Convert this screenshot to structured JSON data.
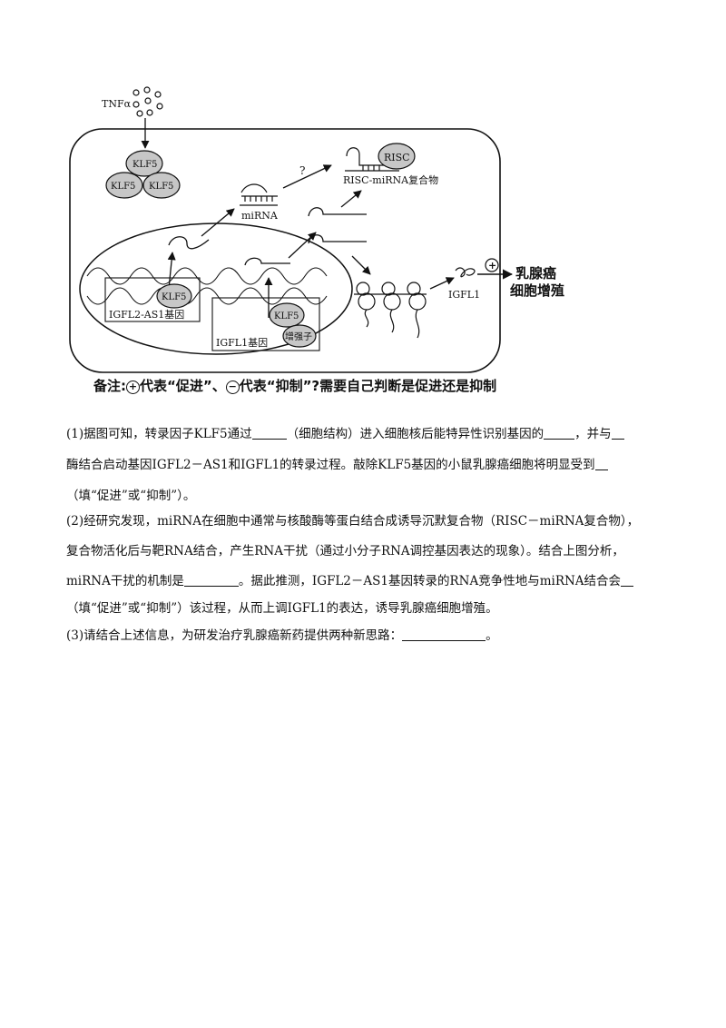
{
  "figure": {
    "tnf": "TNFα",
    "klf5": "KLF5",
    "risc": "RISC",
    "risc_complex": "RISC-miRNA复合物",
    "question": "?",
    "mirna": "miRNA",
    "igfl2_gene": "IGFL2-AS1基因",
    "igfl1_gene": "IGFL1基因",
    "enhancer": "增强子",
    "igfl1": "IGFL1",
    "plus": "+",
    "outcome_1": "乳腺癌",
    "outcome_2": "细胞增殖",
    "note_prefix": "备注:",
    "note_plus": "+",
    "note_mid": "代表“促进”、",
    "note_minus": "−",
    "note_suffix": "代表“抑制”?需要自己判断是促进还是抑制"
  },
  "q1": {
    "l1a": "(1)据图可知，转录因子KLF5通过",
    "l1b": "（细胞结构）进入细胞核后能特异性识别基因的",
    "l1c": "，并与",
    "l2a": "酶结合启动基因IGFL2－AS1和IGFL1的转录过程。敲除KLF5基因的小鼠乳腺癌细胞将明显受到",
    "l3": "（填“促进”或“抑制”）。"
  },
  "q2": {
    "l1": "(2)经研究发现，miRNA在细胞中通常与核酸酶等蛋白结合成诱导沉默复合物（RISC－miRNA复合物），",
    "l2": "复合物活化后与靶RNA结合，产生RNA干扰（通过小分子RNA调控基因表达的现象）。结合上图分析，",
    "l3a": "miRNA干扰的机制是",
    "l3b": "。据此推测，IGFL2－AS1基因转录的RNA竞争性地与miRNA结合会",
    "l4": "（填“促进”或“抑制”）该过程，从而上调IGFL1的表达，诱导乳腺癌细胞增殖。"
  },
  "q3": {
    "l1a": "(3)请结合上述信息，为研发治疗乳腺癌新药提供两种新思路：",
    "l1b": "。"
  }
}
